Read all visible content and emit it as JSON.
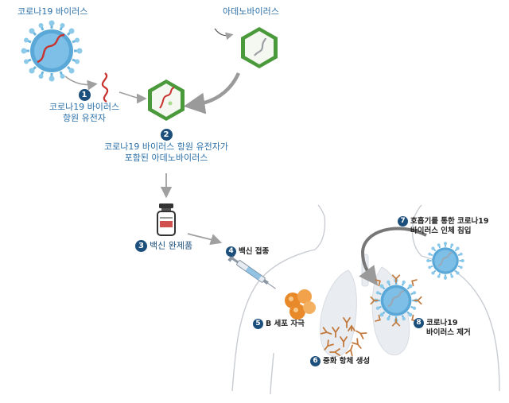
{
  "labels": {
    "corona_virus": "코로나19 바이러스",
    "adenovirus": "아데노바이러스",
    "antigen_gene_1": "코로나19 바이러스",
    "antigen_gene_2": "항원 유전자",
    "combined_1": "코로나19 바이러스 항원 유전자가",
    "combined_2": "포함된 아데노바이러스",
    "vaccine": "백신 완제품",
    "inject": "백신 접종",
    "bcell": "B 세포 자극",
    "antibody": "중화 항체 생성",
    "invade_1": "호흡기를 통한 코로나19",
    "invade_2": "바이러스 인체 침입",
    "remove_1": "코로나19",
    "remove_2": "바이러스 제거"
  },
  "steps": [
    "1",
    "2",
    "3",
    "4",
    "5",
    "6",
    "7",
    "8"
  ],
  "colors": {
    "label_blue": "#2a6fa8",
    "step_badge": "#1c4f7c",
    "virus_blue": "#5aa8d8",
    "spike_red": "#c8322f",
    "hex_green": "#4a9a3c",
    "arrow_gray": "#a0a0a0",
    "bcell_orange": "#e8892a",
    "antibody_brown": "#c27a3e",
    "body_outline": "#c8ccd2"
  },
  "icons": [
    "coronavirus-icon",
    "adenovirus-icon",
    "rna-strand-icon",
    "vaccine-vial-icon",
    "syringe-icon",
    "b-cell-icon",
    "antibody-icon",
    "lungs-icon",
    "human-body-icon"
  ]
}
